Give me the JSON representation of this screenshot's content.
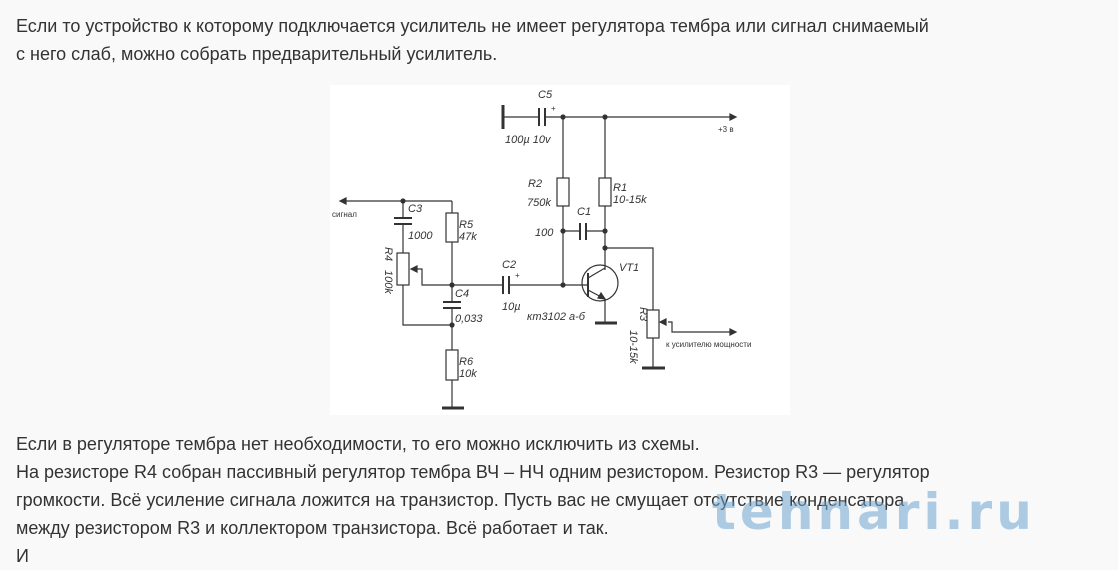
{
  "intro": {
    "lines": [
      "Если то устройство к которому подключается усилитель не имеет регулятора тембра или сигнал снимаемый",
      "с него слаб, можно собрать предварительный усилитель."
    ]
  },
  "schematic": {
    "labels": {
      "c5": "C5",
      "c5_value": "100µ 10v",
      "supply": "+3 в",
      "r2": "R2",
      "r2_value": "750k",
      "r1": "R1",
      "r1_value": "10-15k",
      "c1": "C1",
      "c1_value": "100",
      "signal": "сигнал",
      "c3": "C3",
      "c3_value": "1000",
      "r5": "R5",
      "r5_value": "47k",
      "r4": "R4",
      "r4_value": "100k",
      "c2": "C2",
      "c2_value": "10µ",
      "c4": "C4",
      "c4_value": "0,033",
      "vt1": "VT1",
      "transistor": "кт3102 а-б",
      "r3": "R3",
      "r3_value": "10-15k",
      "output": "к усилителю мощности",
      "r6": "R6",
      "r6_value": "10k",
      "plus": "+"
    }
  },
  "body": {
    "lines": [
      "Если в регуляторе тембра нет необходимости, то его можно исключить из схемы.",
      "На резисторе R4 собран пассивный регулятор тембра ВЧ – НЧ одним резистором. Резистор R3 — регулятор",
      "громкости. Всё усиление сигнала ложится на транзистор. Пусть вас не смущает отсутствие конденсатора",
      "между резистором R3 и коллектором транзистора. Всё работает и так.",
      "И"
    ]
  },
  "watermark": "tehnari.ru"
}
